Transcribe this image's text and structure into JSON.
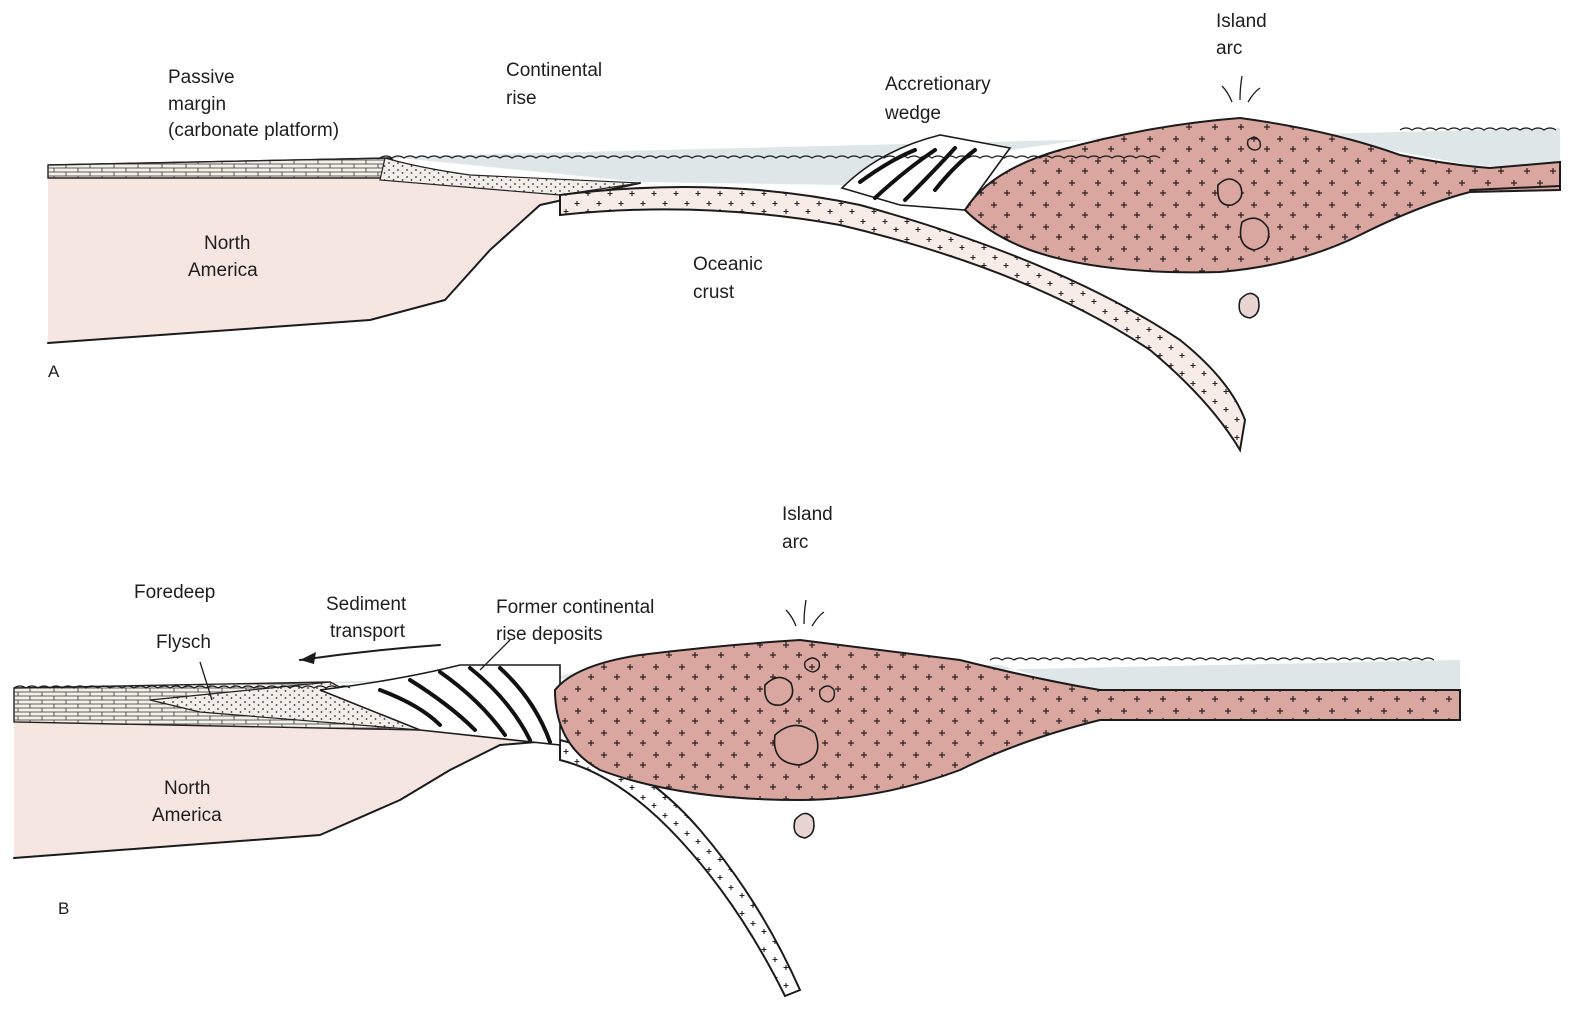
{
  "panel_a": {
    "panel_label": "A",
    "labels": {
      "passive_margin": [
        "Passive",
        "margin",
        "(carbonate platform)"
      ],
      "continental_rise": [
        "Continental",
        "rise"
      ],
      "accretionary_wedge": [
        "Accretionary",
        "wedge"
      ],
      "island_arc": [
        "Island",
        "arc"
      ],
      "north_america": [
        "North",
        "America"
      ],
      "oceanic_crust": [
        "Oceanic",
        "crust"
      ]
    }
  },
  "panel_b": {
    "panel_label": "B",
    "labels": {
      "foredeep": "Foredeep",
      "flysch": "Flysch",
      "sediment_transport": [
        "Sediment",
        "transport"
      ],
      "former_rise_deposits": [
        "Former continental",
        "rise deposits"
      ],
      "island_arc": [
        "Island",
        "arc"
      ],
      "north_america": [
        "North",
        "America"
      ]
    }
  },
  "colors": {
    "continent": "#f6e6e2",
    "arc": "#d9a6a0",
    "water": "#dfe6e8",
    "slab": "#f7ece7",
    "outline": "#1b1b1b"
  }
}
